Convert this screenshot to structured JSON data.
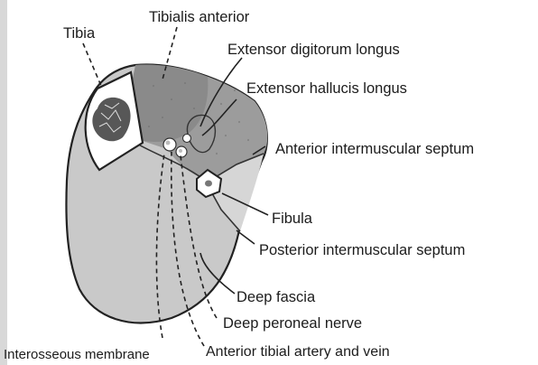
{
  "labels": {
    "tibia": "Tibia",
    "tibialis_anterior": "Tibialis anterior",
    "extensor_digitorum_longus": "Extensor digitorum longus",
    "extensor_hallucis_longus": "Extensor hallucis longus",
    "anterior_intermuscular_septum": "Anterior intermuscular septum",
    "fibula": "Fibula",
    "posterior_intermuscular_septum": "Posterior intermuscular septum",
    "deep_fascia": "Deep fascia",
    "deep_peroneal_nerve": "Deep peroneal nerve",
    "interosseous_membrane": "Interosseous membrane",
    "anterior_tibial_artery_and_vein": "Anterior tibial artery and vein"
  },
  "colors": {
    "background": "#ffffff",
    "posterior_compartment": "#c9c9c9",
    "lateral_compartment": "#d6d6d6",
    "tibialis_anterior": "#8a8a8a",
    "extensor_group": "#9c9c9c",
    "bone": "#ffffff",
    "outline": "#222222",
    "text": "#1c1c1c"
  }
}
